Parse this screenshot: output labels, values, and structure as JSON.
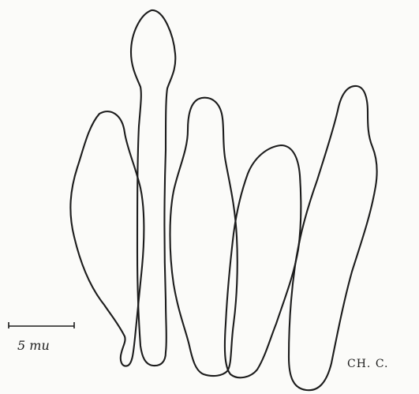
{
  "scale_bar": {
    "label": "5 mu"
  },
  "signature": {
    "text": "CH. C."
  },
  "cells": [
    "cell-1",
    "cell-2",
    "cell-3",
    "cell-4",
    "cell-5"
  ]
}
